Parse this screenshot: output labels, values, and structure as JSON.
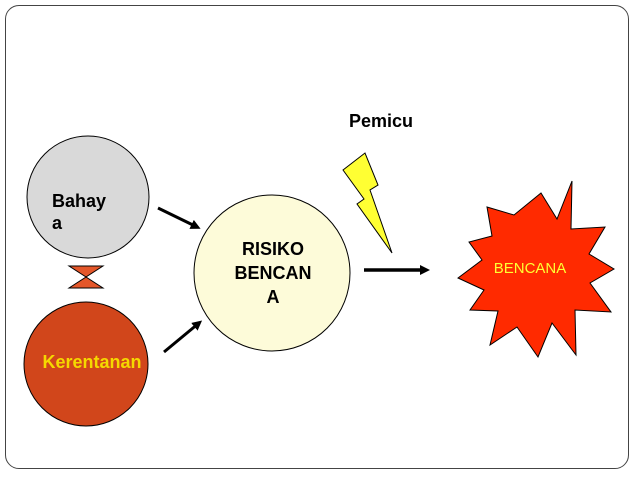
{
  "diagram": {
    "hazard_label": "Bahay\na",
    "vulnerability_label": "Kerentanan",
    "risk_label": "RISIKO\nBENCAN\nA",
    "trigger_label": "Pemicu",
    "disaster_label": "BENCANA"
  },
  "colors": {
    "hazard_fill": "#d9d9d9",
    "vulnerability_fill": "#d1461b",
    "vulnerability_text": "#f5d800",
    "risk_fill": "#fdfbd9",
    "connector_fill": "#e4572a",
    "lightning_fill": "#ffff33",
    "disaster_fill": "#ff2a00",
    "disaster_text": "#ffff33"
  }
}
